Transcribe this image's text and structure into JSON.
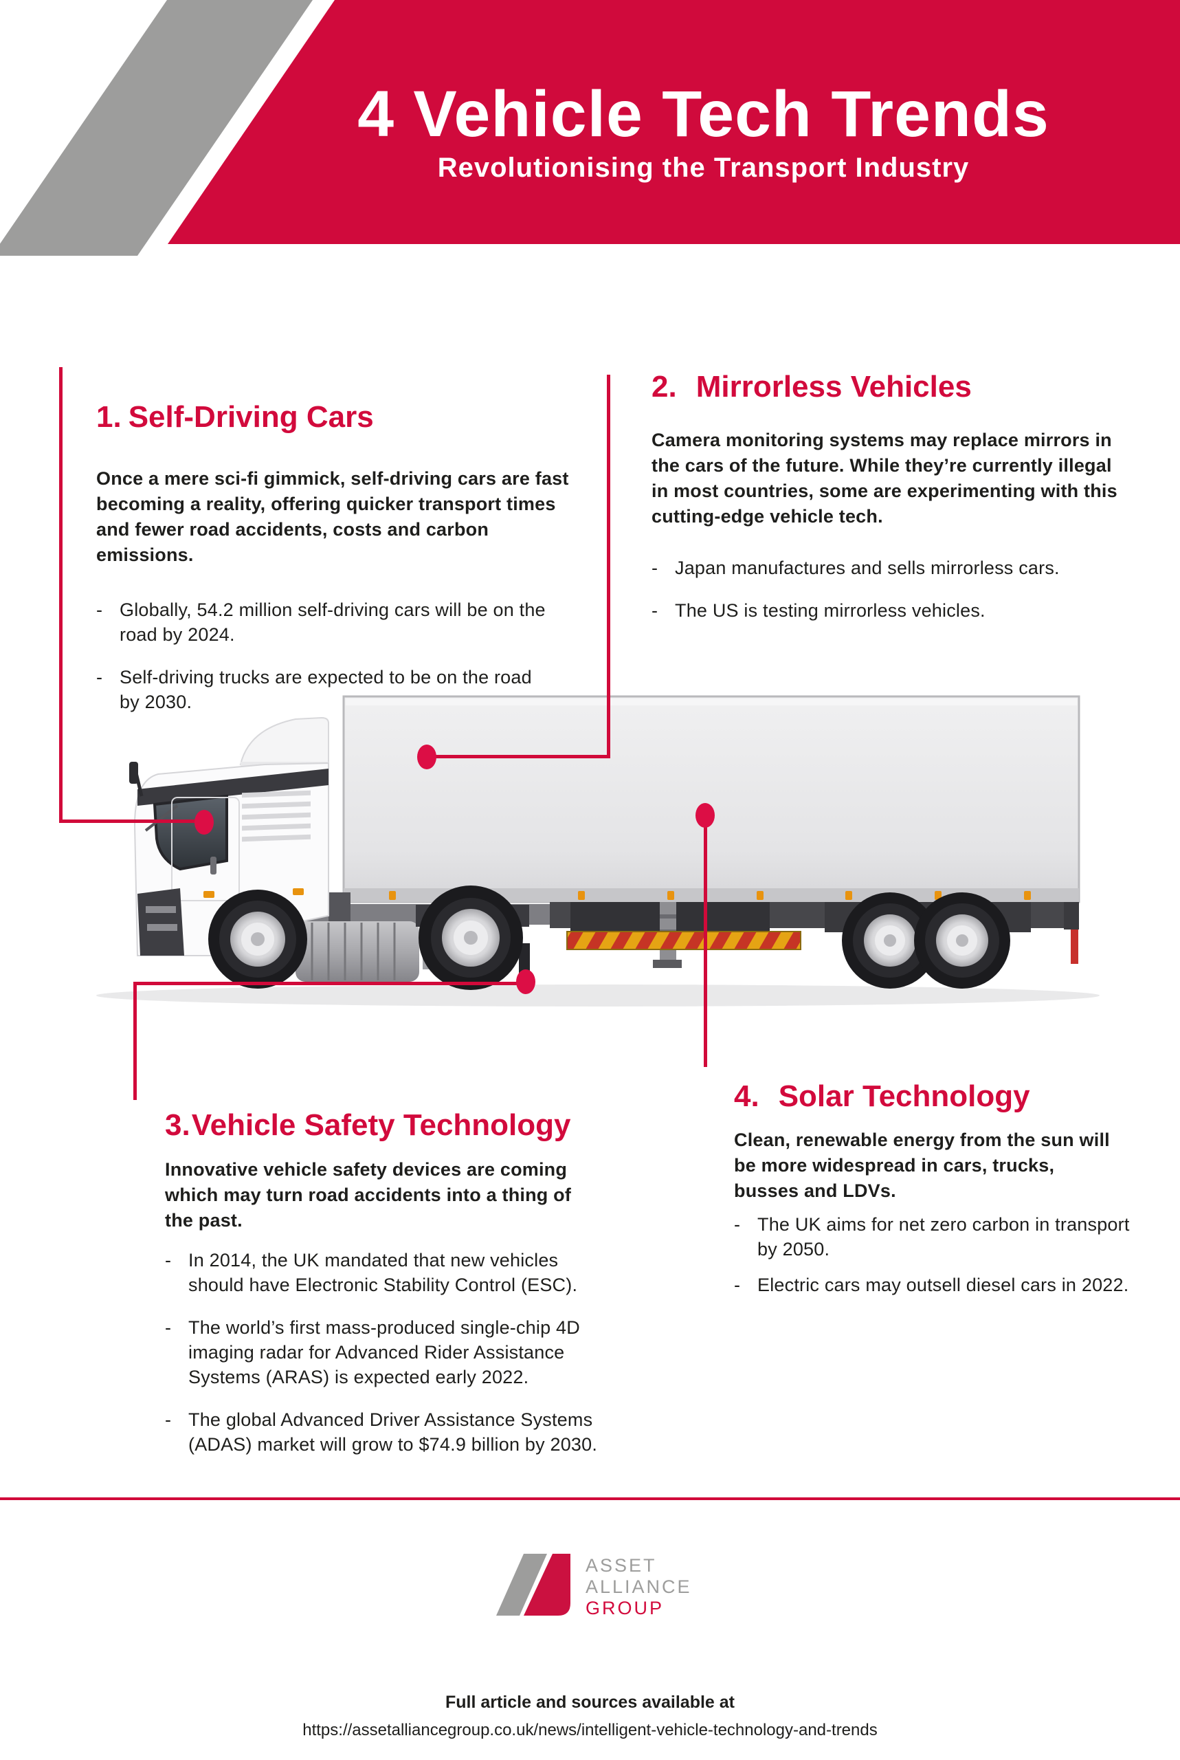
{
  "ui": {
    "dash": "-"
  },
  "colors": {
    "crimson": "#d00a3c",
    "accent_line": "#d10a3a",
    "dot": "#dc0e45",
    "gray": "#9d9d9c",
    "text": "#1e1e1c"
  },
  "header": {
    "title": "4 Vehicle Tech Trends",
    "subtitle": "Revolutionising the Transport Industry"
  },
  "sections": [
    {
      "number": "1.",
      "title": "Self-Driving Cars",
      "intro": "Once a mere sci-fi gimmick, self-driving cars are fast becoming a reality, offering quicker transport times and fewer road accidents, costs and carbon emissions.",
      "bullets": [
        "Globally, 54.2 million self-driving cars will be on the road by 2024.",
        "Self-driving trucks are expected to be on the road by 2030."
      ]
    },
    {
      "number": "2.",
      "title": "Mirrorless Vehicles",
      "intro": "Camera monitoring systems may replace mirrors in the cars of the future. While they’re currently illegal in most countries, some are experimenting with this cutting-edge vehicle tech.",
      "bullets": [
        "Japan manufactures and sells mirrorless cars.",
        "The US is testing mirrorless vehicles."
      ]
    },
    {
      "number": "3.",
      "title": "Vehicle Safety Technology",
      "intro": "Innovative vehicle safety devices are coming which may turn road accidents into a thing of the past.",
      "bullets": [
        "In 2014, the UK mandated that new vehicles should have Electronic Stability Control (ESC).",
        "The world’s first mass-produced single-chip 4D imaging radar for Advanced Rider Assistance Systems (ARAS) is expected early 2022.",
        "The global Advanced Driver Assistance Systems (ADAS) market will grow to $74.9 billion by 2030."
      ]
    },
    {
      "number": "4.",
      "title": "Solar Technology",
      "intro": "Clean, renewable energy from the sun will be more widespread in cars, trucks, busses and LDVs.",
      "bullets": [
        "The UK aims for net zero carbon in transport by 2050.",
        "Electric cars may outsell diesel cars in 2022."
      ]
    }
  ],
  "logo": {
    "line1": "ASSET",
    "line2": "ALLIANCE",
    "line3": "GROUP"
  },
  "footer": {
    "note": "Full article and sources available at",
    "url": "https://assetalliancegroup.co.uk/news/intelligent-vehicle-technology-and-trends"
  }
}
